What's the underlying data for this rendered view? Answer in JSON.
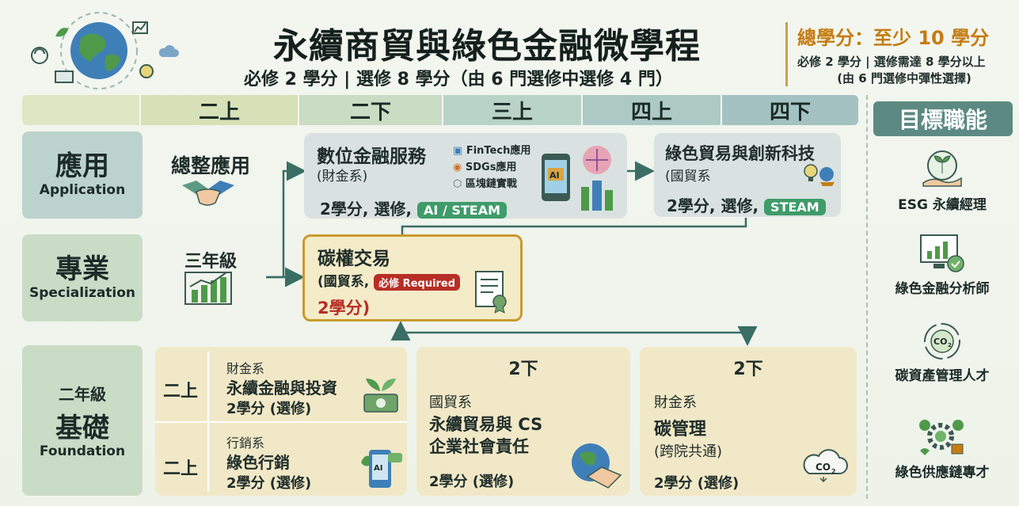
{
  "header": {
    "title": "永續商貿與綠色金融微學程",
    "subtitle": "必修 2 學分 | 選修 8 學分（由 6 門選修中選修 4 門）",
    "total_credits": "總學分：至少 10 學分",
    "credit_rule": "必修 2 學分 | 選修需達 8 學分以上",
    "credit_note": "(由 6 門選修中彈性選擇)"
  },
  "semesters": [
    "二上",
    "二下",
    "三上",
    "四上",
    "四下"
  ],
  "rows": {
    "application": {
      "zh": "應用",
      "en": "Application",
      "stage": "總整應用"
    },
    "specialization": {
      "zh": "專業",
      "en": "Specialization",
      "stage": "三年級"
    },
    "foundation": {
      "grade": "二年級",
      "zh": "基礎",
      "en": "Foundation"
    }
  },
  "courses": {
    "digital_finance": {
      "name": "數位金融服務",
      "dept": "(財金系)",
      "tags": [
        "FinTech應用",
        "SDGs應用",
        "區塊鏈實戰"
      ],
      "credits": "2學分, 選修,",
      "badge": "AI / STEAM"
    },
    "green_trade": {
      "name": "綠色貿易與創新科技",
      "dept": "(國貿系",
      "credits": "2學分, 選修,",
      "badge": "STEAM"
    },
    "carbon_trading": {
      "name": "碳權交易",
      "dept": "(國貿系,",
      "required": "必修 Required",
      "credits": "2學分)"
    },
    "sustainable_finance": {
      "sem": "二上",
      "dept": "財金系",
      "name": "永續金融與投資",
      "credits": "2學分 (選修)"
    },
    "green_marketing": {
      "sem": "二上",
      "dept": "行銷系",
      "name": "綠色行銷",
      "credits": "2學分 (選修)"
    },
    "csr": {
      "sem": "2下",
      "dept": "國貿系",
      "name_line1": "永續貿易與 CS",
      "name_line2": "企業社會責任",
      "credits": "2學分 (選修)"
    },
    "carbon_mgmt": {
      "sem": "2下",
      "dept": "財金系",
      "name": "碳管理",
      "note": "(跨院共通)",
      "credits": "2學分 (選修)"
    }
  },
  "targets": {
    "title": "目標職能",
    "roles": [
      "ESG 永續經理",
      "綠色金融分析師",
      "碳資產管理人才",
      "綠色供應鏈專才"
    ]
  },
  "icon_labels": {
    "ai": "AI",
    "co2": "CO",
    "co2_sub": "2"
  },
  "colors": {
    "accent_gold": "#c57c12",
    "required_red": "#b72e25",
    "steam_green": "#3f9b6a",
    "target_teal": "#5c8a82"
  }
}
